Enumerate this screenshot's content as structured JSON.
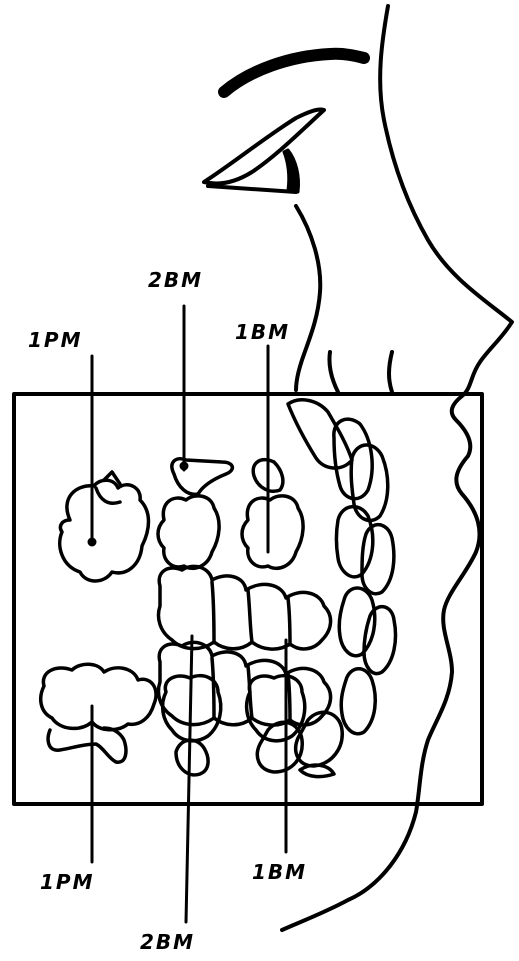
{
  "labels": {
    "upper_first_permanent_molar": "1PM",
    "upper_second_primary_molar": "2BM",
    "upper_first_primary_molar": "1BM",
    "lower_first_permanent_molar": "1PM",
    "lower_first_primary_molar": "1BM",
    "lower_second_primary_molar": "2BM"
  },
  "colors": {
    "ink": "#000000",
    "paper": "#ffffff"
  }
}
